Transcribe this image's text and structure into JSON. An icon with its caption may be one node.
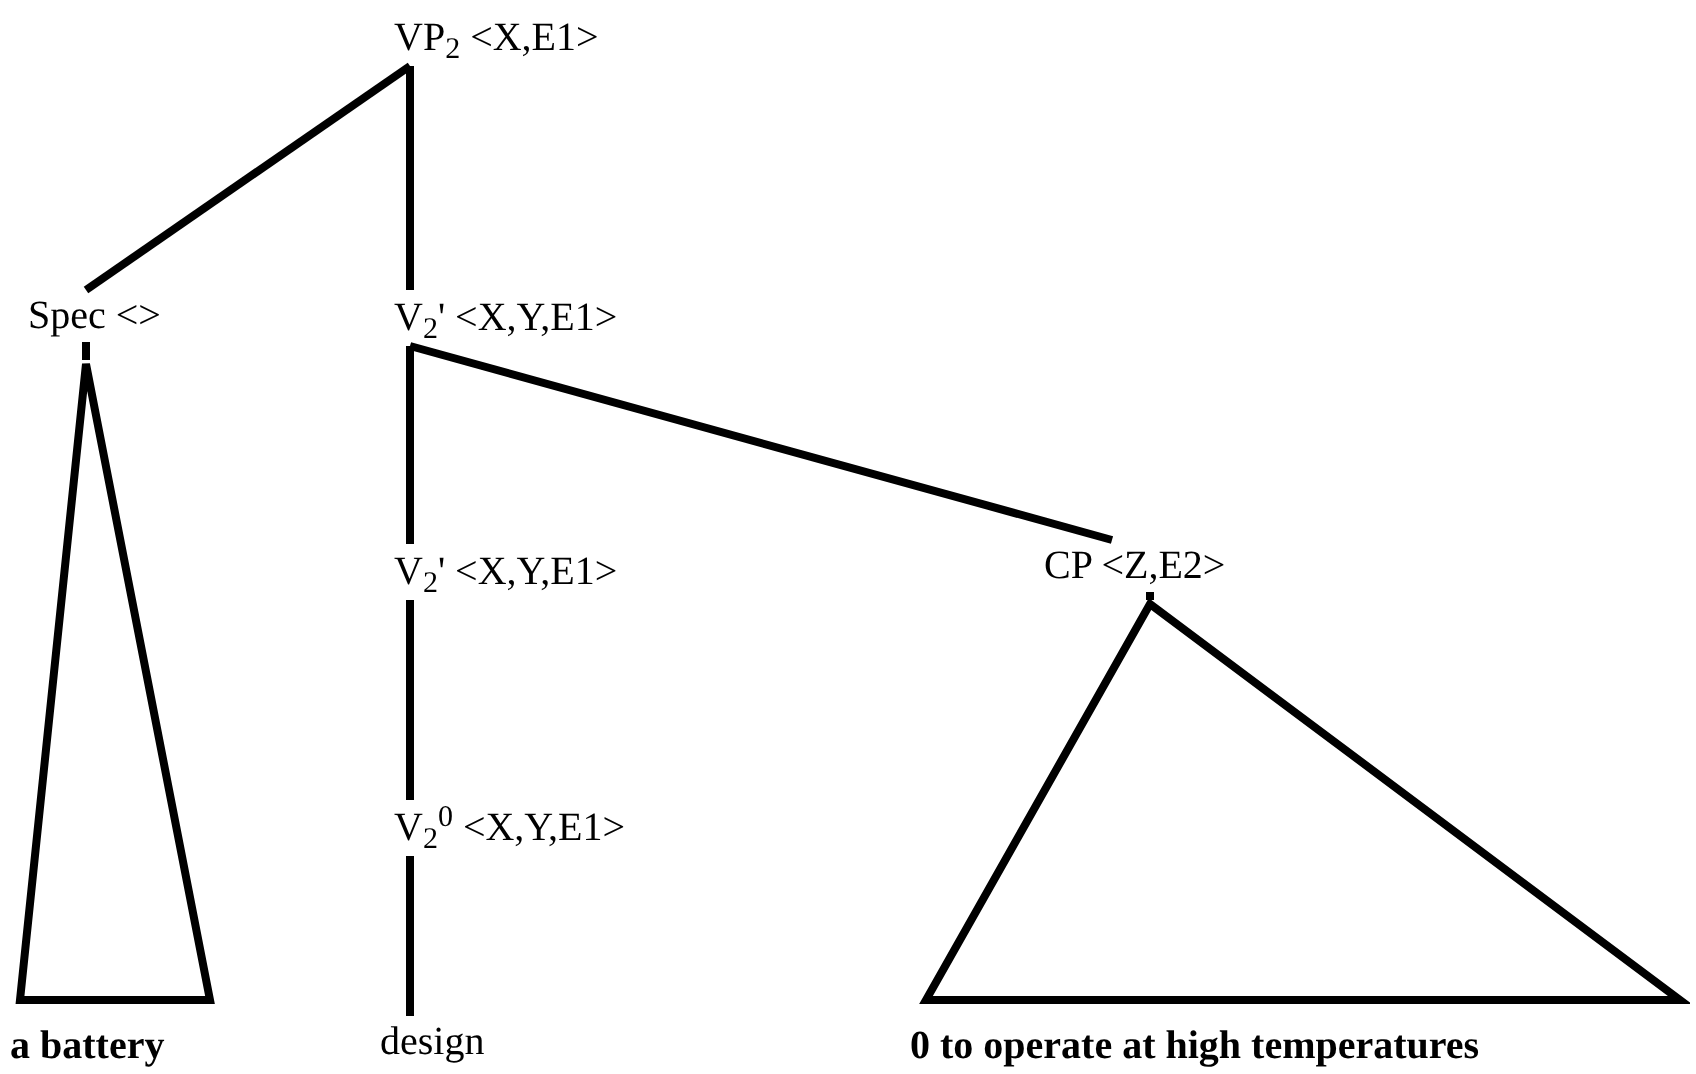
{
  "diagram": {
    "nodes": [
      {
        "text": [
          "VP$_{2}$ <X,E1>"
        ]
      },
      {
        "text": [
          "Spec <>"
        ]
      },
      {
        "text": [
          "V$_{2}$' <X,Y,E1>"
        ]
      },
      {
        "text": [
          "V$_{2}$' <X,Y,E1>"
        ]
      },
      {
        "text": [
          "CP <Z,E2>"
        ]
      },
      {
        "text": [
          "V$_{2}$$^{0}$ <X,Y,E1>"
        ]
      },
      {
        "text": [
          "a battery"
        ]
      },
      {
        "text": [
          "design"
        ]
      },
      {
        "text": [
          "0 to operate at high temperatures"
        ]
      }
    ],
    "edges": [
      {
        "from": 0,
        "to": 1,
        "arrow": "none"
      },
      {
        "from": 0,
        "to": 2,
        "arrow": "none"
      },
      {
        "from": 2,
        "to": 3,
        "arrow": "none"
      },
      {
        "from": 2,
        "to": 4,
        "arrow": "none"
      },
      {
        "from": 3,
        "to": 5,
        "arrow": "none"
      },
      {
        "from": 5,
        "to": 7,
        "arrow": "none"
      },
      {
        "from": 1,
        "to": 6,
        "arrow": "none"
      },
      {
        "from": 4,
        "to": 8,
        "arrow": "none"
      }
    ]
  }
}
